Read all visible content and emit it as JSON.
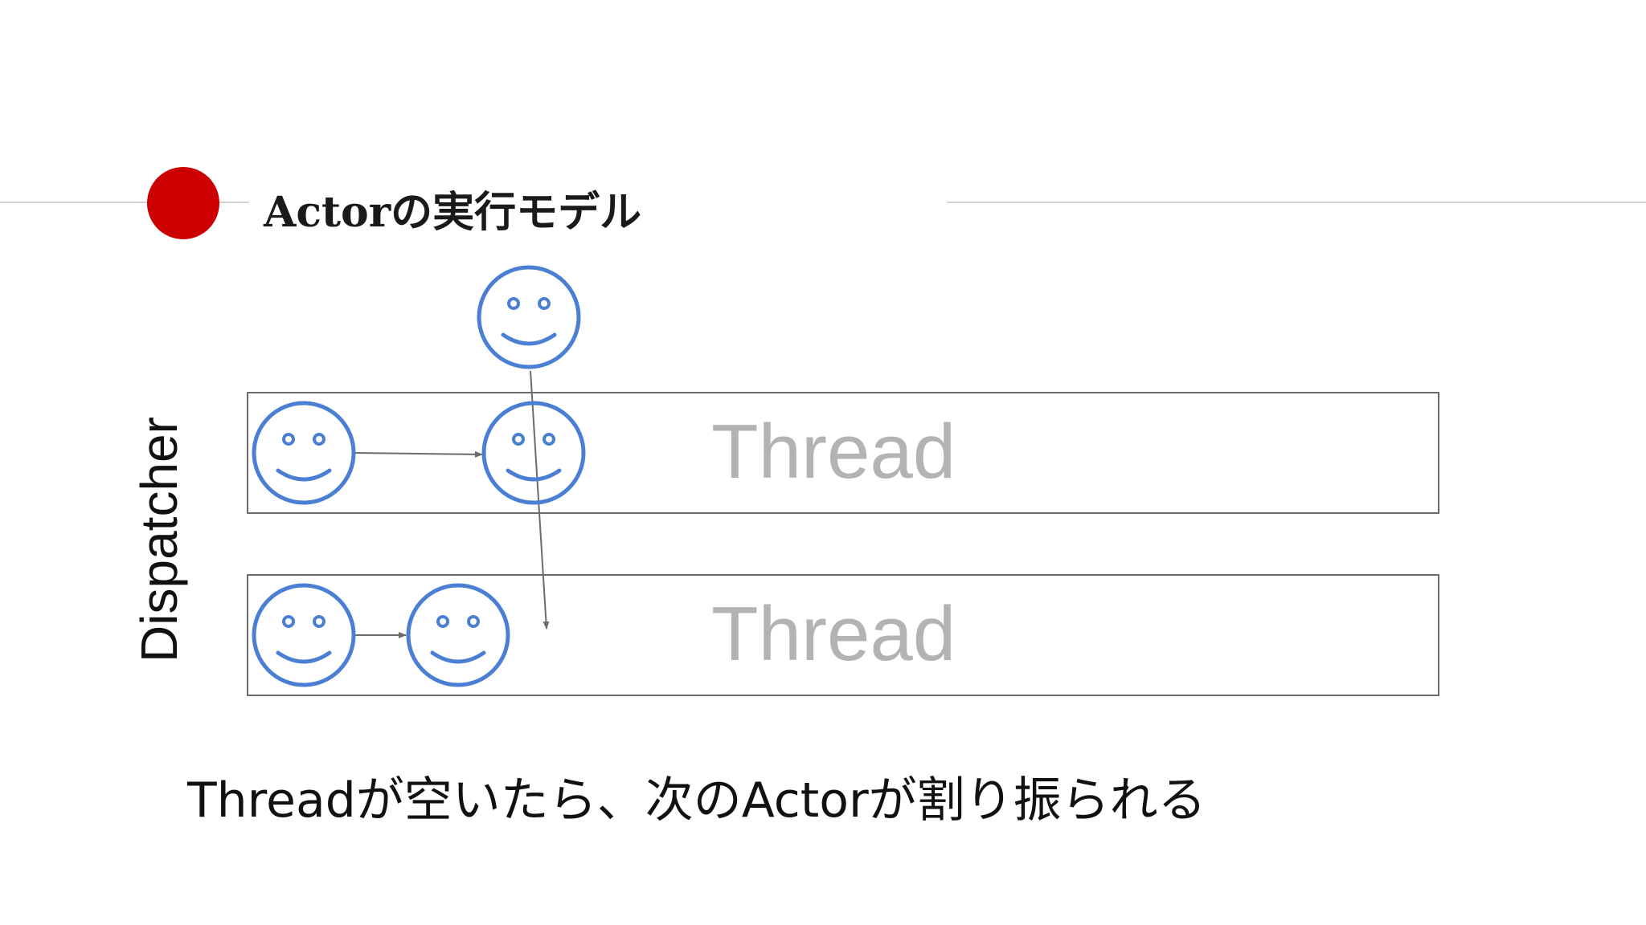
{
  "slide": {
    "title": "Actorの実行モデル",
    "side_label": "Dispatcher",
    "threads": [
      "Thread",
      "Thread"
    ],
    "caption": "Threadが空いたら、次のActorが割り振られる"
  },
  "colors": {
    "title_dot": "#cc0000",
    "actor_stroke": "#4a7fd4",
    "arrow": "#6b6b6b",
    "thread_text": "#b3b3b3",
    "thread_border": "#6b6b6b"
  },
  "icons": {
    "actor": "smiley-face-icon"
  }
}
